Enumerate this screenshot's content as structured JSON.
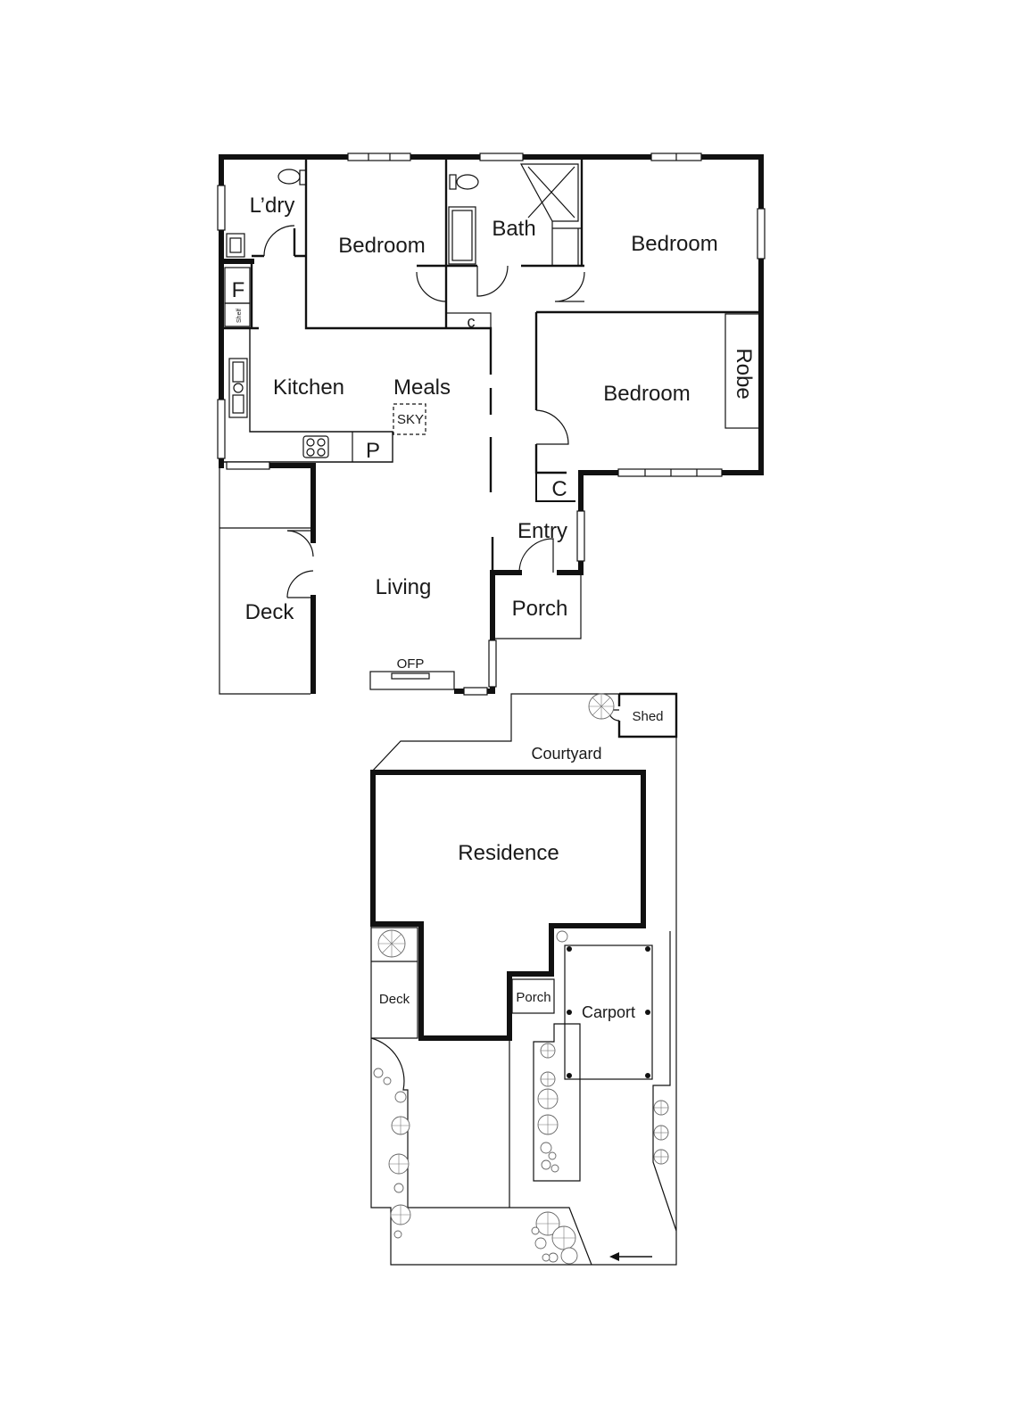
{
  "rooms": {
    "laundry": "L’dry",
    "bedroom_1": "Bedroom",
    "bath": "Bath",
    "bedroom_2": "Bedroom",
    "bedroom_3": "Bedroom",
    "robe": "Robe",
    "fridge": "F",
    "shelf": "Shelf",
    "linen_c": "c",
    "kitchen": "Kitchen",
    "meals": "Meals",
    "skylight": "SKY",
    "pantry": "P",
    "cupboard_c": "C",
    "entry": "Entry",
    "porch": "Porch",
    "living": "Living",
    "deck": "Deck",
    "fireplace": "OFP"
  },
  "site": {
    "shed": "Shed",
    "courtyard": "Courtyard",
    "residence": "Residence",
    "deck": "Deck",
    "porch": "Porch",
    "carport": "Carport"
  }
}
